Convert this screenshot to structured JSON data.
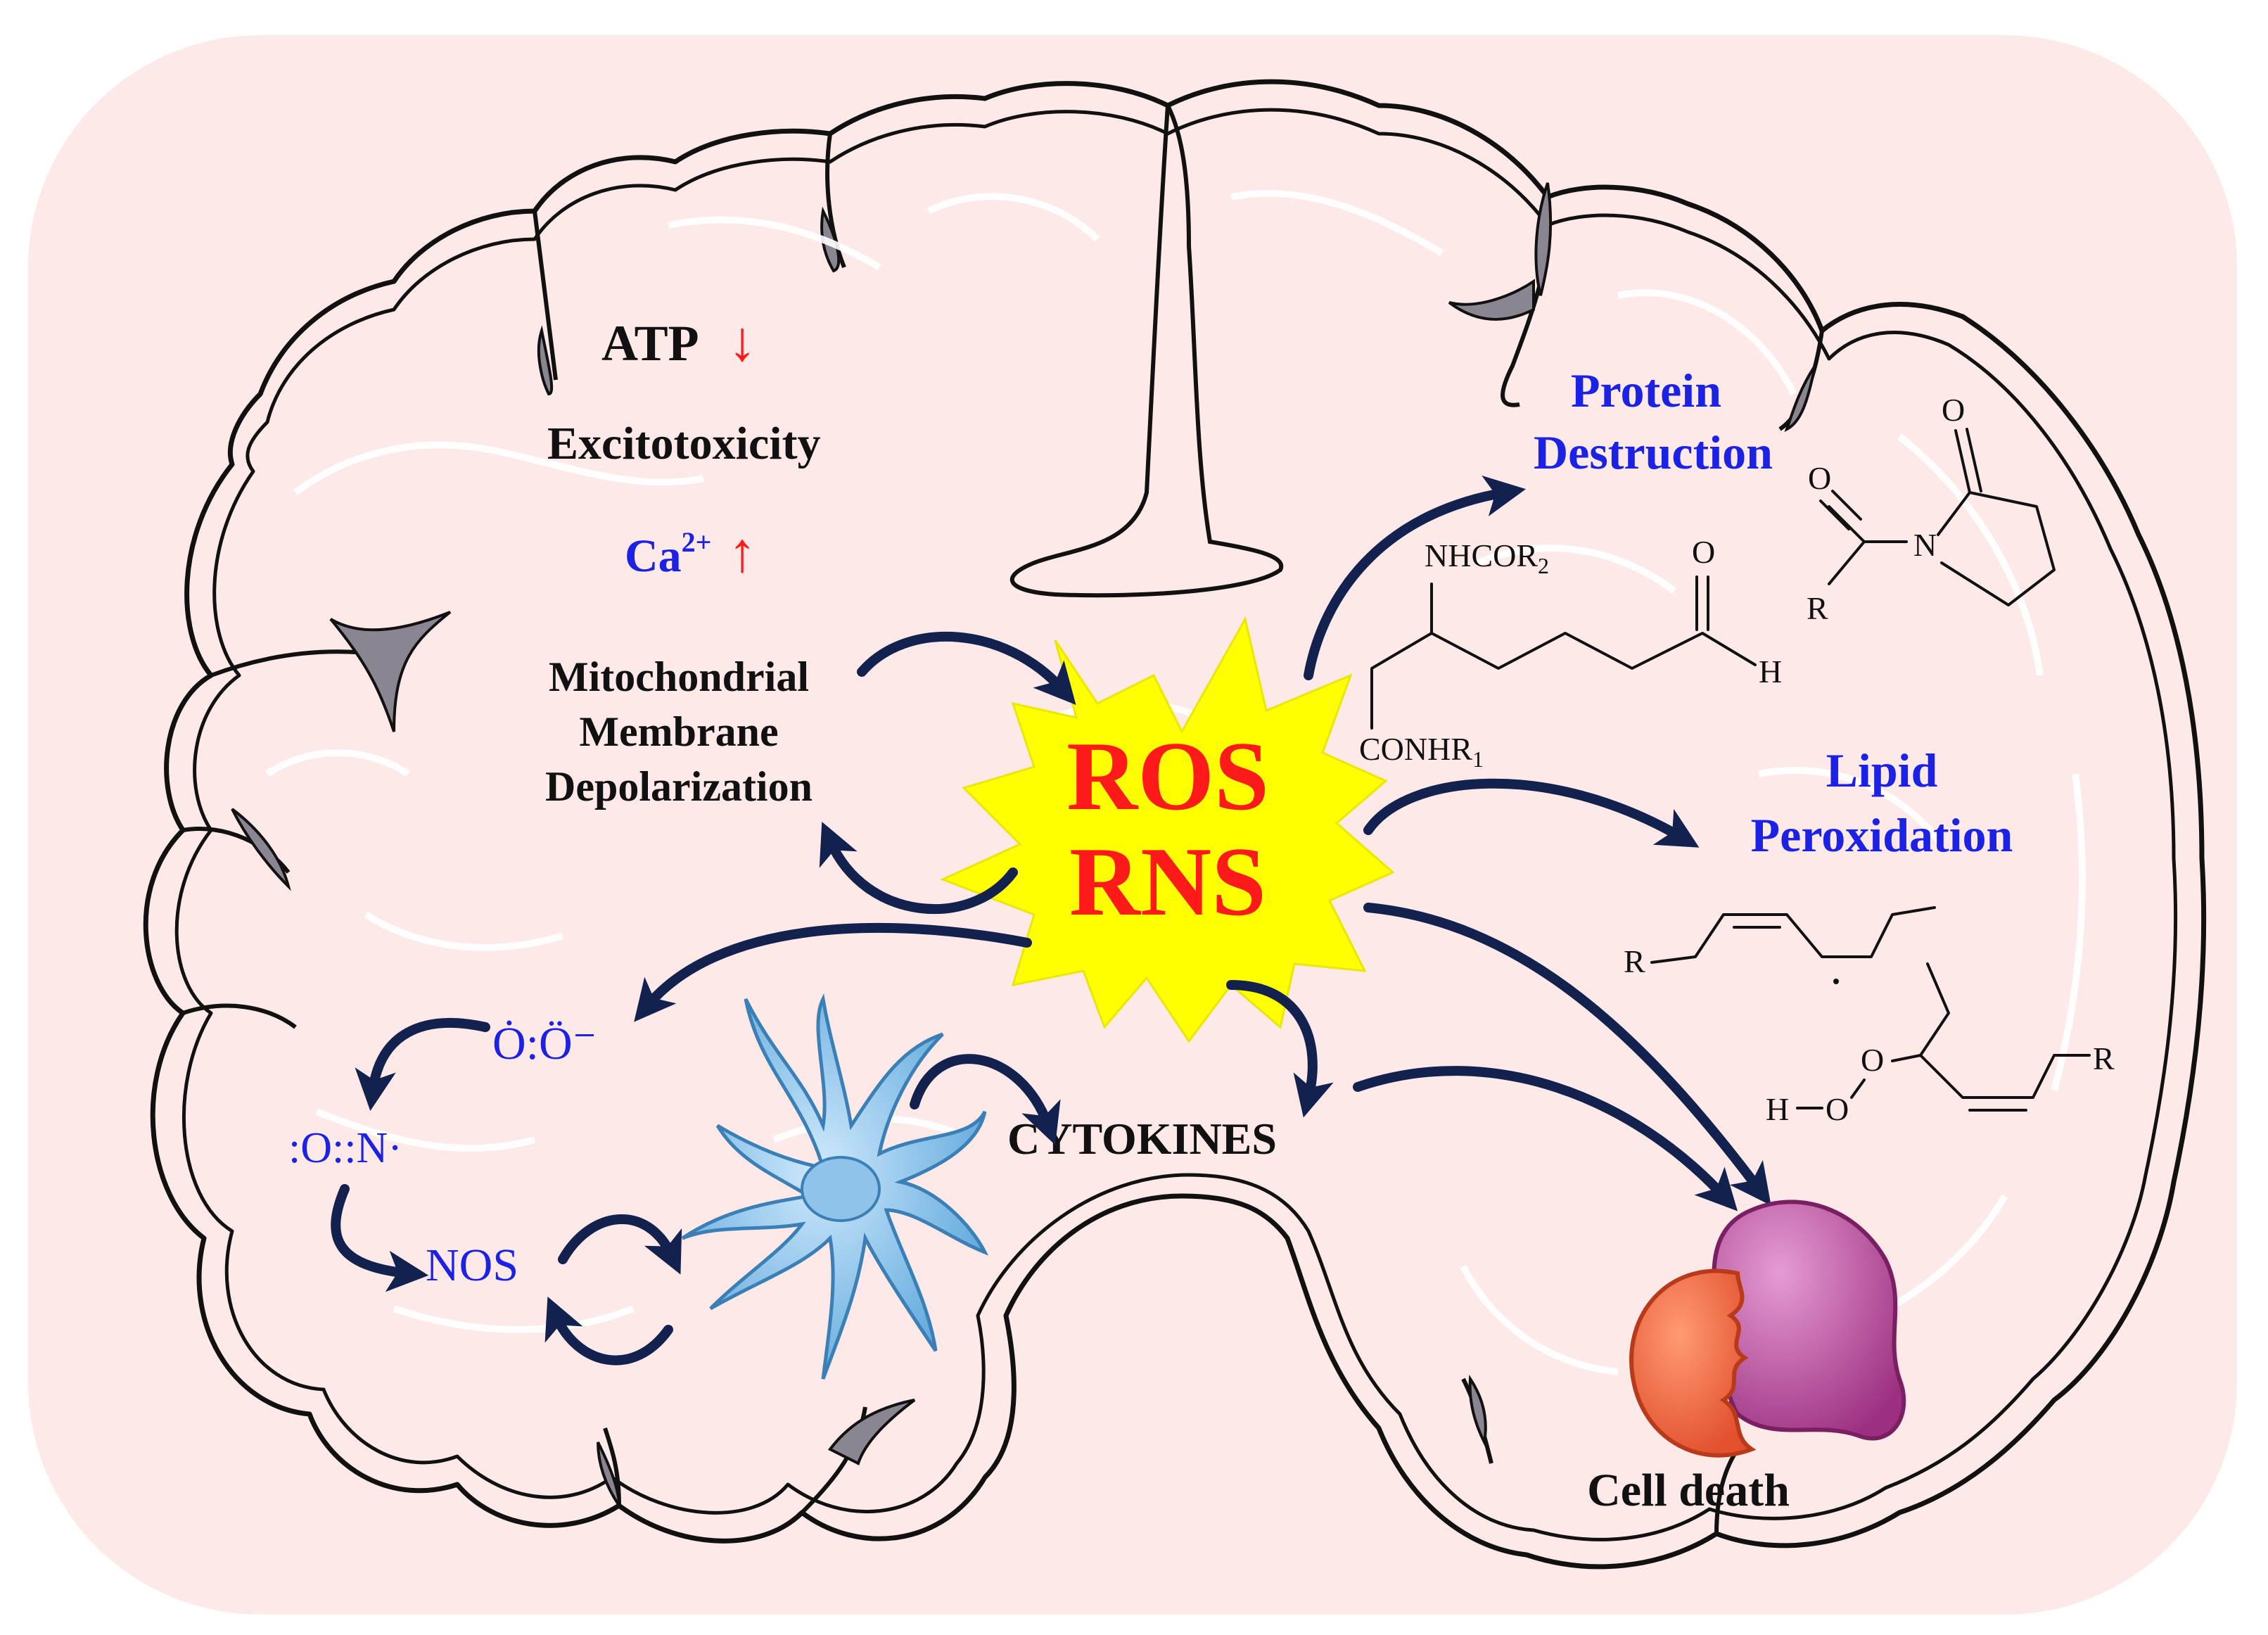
{
  "labels": {
    "atp": "ATP",
    "atp_arrow": "↓",
    "excitotoxicity": "Excitotoxicity",
    "ca": "Ca",
    "ca_sup": "2+",
    "ca_arrow": "↑",
    "mito_1": "Mitochondrial",
    "mito_2": "Membrane",
    "mito_3": "Depolarization",
    "ros": "ROS",
    "rns": "RNS",
    "protein_1": "Protein",
    "protein_2": "Destruction",
    "lipid_1": "Lipid",
    "lipid_2": "Peroxidation",
    "cytokines": "CYTOKINES",
    "nos": "NOS",
    "cell_death": "Cell death"
  },
  "chem": {
    "nhcor": "NHCOR",
    "nhcor_sub": "2",
    "conhr": "CONHR",
    "conhr_sub": "1",
    "o": "O",
    "h": "H",
    "n": "N",
    "r": "R",
    "superoxide": "Ȯ:Ö⁻",
    "nitric_oxide": ":O::N·",
    "hydroperoxide_h": "H",
    "hydroperoxide_o": "O"
  },
  "colors": {
    "background": "#fde9e8",
    "brain_outline": "#111111",
    "sulcus_fill": "#8a8590",
    "label_blue": "#1c21e6",
    "label_red": "#ff1a1a",
    "starburst": "#ffff00",
    "arrow": "#13214f",
    "microglia": "#7db9e6",
    "dead_cell_orange": "#f06b45",
    "dead_cell_purple": "#b5509a"
  },
  "icons": {
    "microglia": "microglia-cell",
    "dead_cell": "apoptotic-cell",
    "burst": "starburst"
  }
}
